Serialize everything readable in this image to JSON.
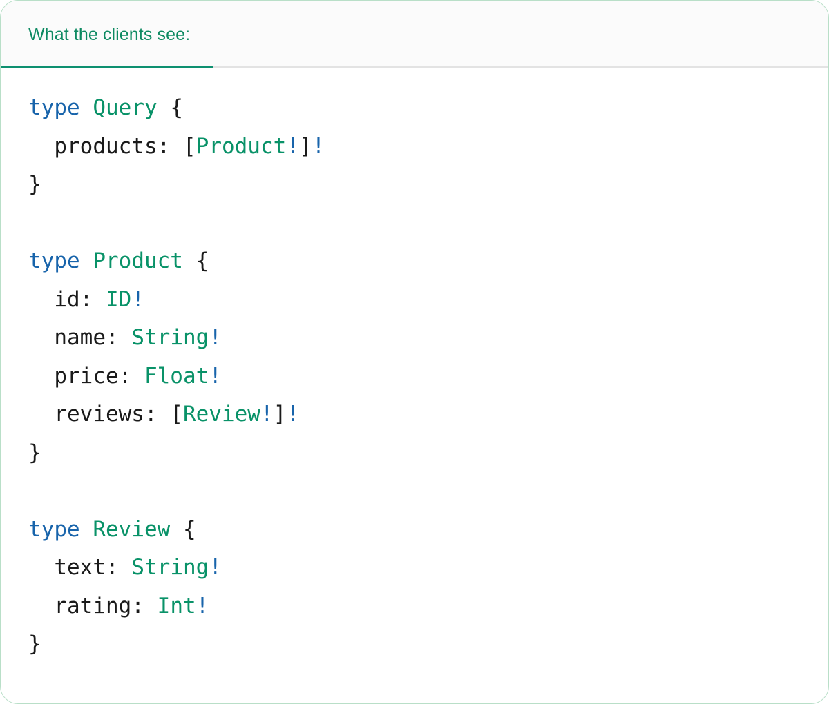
{
  "card": {
    "border_color": "#b9dfc8",
    "background": "#ffffff"
  },
  "tabs": {
    "active_index": 0,
    "items": [
      {
        "label": "What the clients see:",
        "active": true
      }
    ],
    "active_color": "#0e9070",
    "label_color": "#0e8a62",
    "bar_background": "#fbfbfb",
    "divider_color": "#e3e3e3"
  },
  "code": {
    "language": "graphql",
    "theme": {
      "keyword": "#1864ab",
      "type_name": "#099268",
      "field_name": "#1a1a1a",
      "punctuation": "#1a1a1a",
      "non_null_bang": "#1864ab",
      "background": "#ffffff"
    },
    "raw": "type Query {\n  products: [Product!]!\n}\n\ntype Product {\n  id: ID!\n  name: String!\n  price: Float!\n  reviews: [Review!]!\n}\n\ntype Review {\n  text: String!\n  rating: Int!\n}",
    "lines": [
      {
        "n": 1,
        "tokens": [
          {
            "t": "type",
            "c": "kw"
          },
          {
            "t": " ",
            "c": "plain"
          },
          {
            "t": "Query",
            "c": "type"
          },
          {
            "t": " ",
            "c": "plain"
          },
          {
            "t": "{",
            "c": "punct"
          }
        ]
      },
      {
        "n": 2,
        "tokens": [
          {
            "t": "  ",
            "c": "plain"
          },
          {
            "t": "products:",
            "c": "field"
          },
          {
            "t": " ",
            "c": "plain"
          },
          {
            "t": "[",
            "c": "punct"
          },
          {
            "t": "Product",
            "c": "type"
          },
          {
            "t": "!",
            "c": "bang"
          },
          {
            "t": "]",
            "c": "punct"
          },
          {
            "t": "!",
            "c": "bang"
          }
        ]
      },
      {
        "n": 3,
        "tokens": [
          {
            "t": "}",
            "c": "punct"
          }
        ]
      },
      {
        "n": 4,
        "tokens": []
      },
      {
        "n": 5,
        "tokens": [
          {
            "t": "type",
            "c": "kw"
          },
          {
            "t": " ",
            "c": "plain"
          },
          {
            "t": "Product",
            "c": "type"
          },
          {
            "t": " ",
            "c": "plain"
          },
          {
            "t": "{",
            "c": "punct"
          }
        ]
      },
      {
        "n": 6,
        "tokens": [
          {
            "t": "  ",
            "c": "plain"
          },
          {
            "t": "id:",
            "c": "field"
          },
          {
            "t": " ",
            "c": "plain"
          },
          {
            "t": "ID",
            "c": "type"
          },
          {
            "t": "!",
            "c": "bang"
          }
        ]
      },
      {
        "n": 7,
        "tokens": [
          {
            "t": "  ",
            "c": "plain"
          },
          {
            "t": "name:",
            "c": "field"
          },
          {
            "t": " ",
            "c": "plain"
          },
          {
            "t": "String",
            "c": "type"
          },
          {
            "t": "!",
            "c": "bang"
          }
        ]
      },
      {
        "n": 8,
        "tokens": [
          {
            "t": "  ",
            "c": "plain"
          },
          {
            "t": "price:",
            "c": "field"
          },
          {
            "t": " ",
            "c": "plain"
          },
          {
            "t": "Float",
            "c": "type"
          },
          {
            "t": "!",
            "c": "bang"
          }
        ]
      },
      {
        "n": 9,
        "tokens": [
          {
            "t": "  ",
            "c": "plain"
          },
          {
            "t": "reviews:",
            "c": "field"
          },
          {
            "t": " ",
            "c": "plain"
          },
          {
            "t": "[",
            "c": "punct"
          },
          {
            "t": "Review",
            "c": "type"
          },
          {
            "t": "!",
            "c": "bang"
          },
          {
            "t": "]",
            "c": "punct"
          },
          {
            "t": "!",
            "c": "bang"
          }
        ]
      },
      {
        "n": 10,
        "tokens": [
          {
            "t": "}",
            "c": "punct"
          }
        ]
      },
      {
        "n": 11,
        "tokens": []
      },
      {
        "n": 12,
        "tokens": [
          {
            "t": "type",
            "c": "kw"
          },
          {
            "t": " ",
            "c": "plain"
          },
          {
            "t": "Review",
            "c": "type"
          },
          {
            "t": " ",
            "c": "plain"
          },
          {
            "t": "{",
            "c": "punct"
          }
        ]
      },
      {
        "n": 13,
        "tokens": [
          {
            "t": "  ",
            "c": "plain"
          },
          {
            "t": "text:",
            "c": "field"
          },
          {
            "t": " ",
            "c": "plain"
          },
          {
            "t": "String",
            "c": "type"
          },
          {
            "t": "!",
            "c": "bang"
          }
        ]
      },
      {
        "n": 14,
        "tokens": [
          {
            "t": "  ",
            "c": "plain"
          },
          {
            "t": "rating:",
            "c": "field"
          },
          {
            "t": " ",
            "c": "plain"
          },
          {
            "t": "Int",
            "c": "type"
          },
          {
            "t": "!",
            "c": "bang"
          }
        ]
      },
      {
        "n": 15,
        "tokens": [
          {
            "t": "}",
            "c": "punct"
          }
        ]
      }
    ]
  }
}
